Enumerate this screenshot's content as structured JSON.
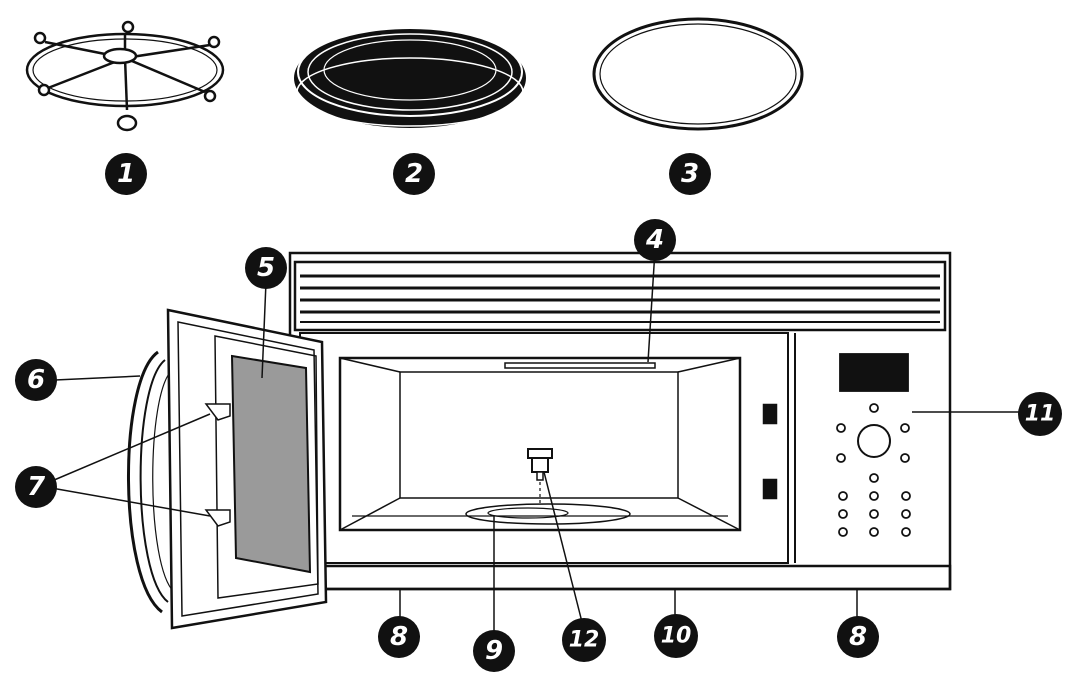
{
  "diagram": {
    "parts": [
      {
        "id": "turntable-support",
        "label": "1"
      },
      {
        "id": "glass-tray",
        "label": "2"
      },
      {
        "id": "roller-ring",
        "label": "3"
      },
      {
        "id": "cooktop-light",
        "label": "4"
      },
      {
        "id": "door-window",
        "label": "5"
      },
      {
        "id": "door-handle",
        "label": "6"
      },
      {
        "id": "door-latches",
        "label": "7"
      },
      {
        "id": "cooktop-lights-left",
        "label": "8"
      },
      {
        "id": "turntable-motor-shaft",
        "label": "9"
      },
      {
        "id": "grease-filter",
        "label": "10"
      },
      {
        "id": "control-panel",
        "label": "11"
      },
      {
        "id": "turntable-coupling",
        "label": "12"
      },
      {
        "id": "cooktop-lights-right",
        "label": "8"
      }
    ]
  }
}
